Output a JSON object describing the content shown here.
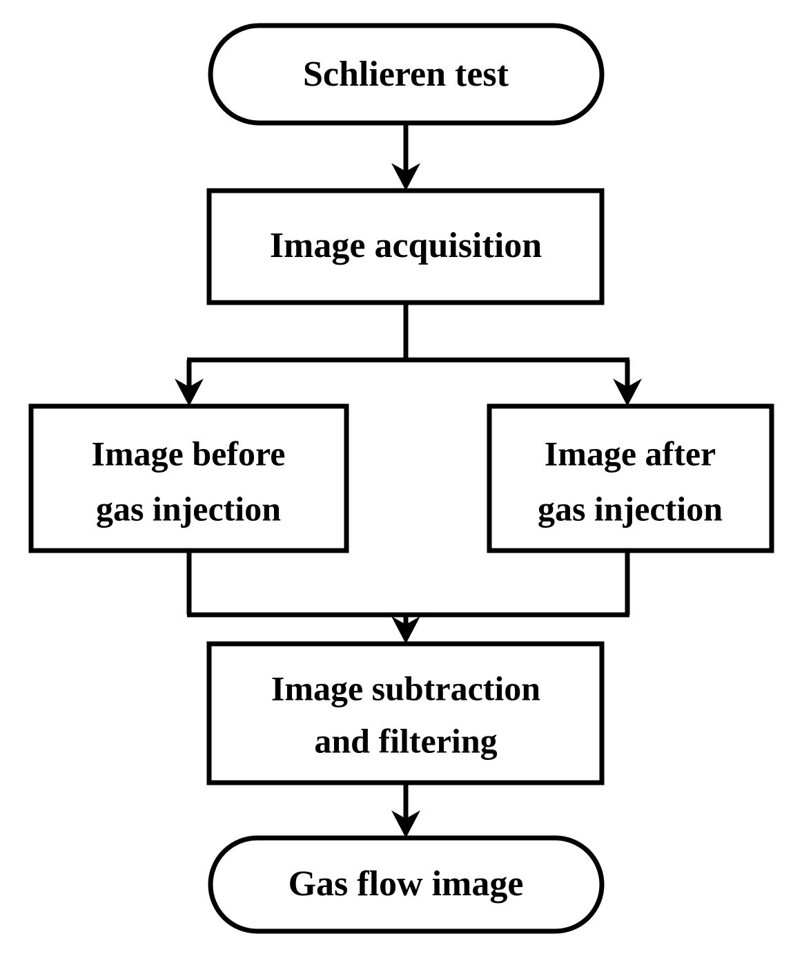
{
  "diagram": {
    "title": "Schlieren test image-processing flowchart",
    "orientation": "top-to-bottom",
    "colors": {
      "stroke": "#000000",
      "fill": "#ffffff",
      "text": "#000000",
      "background": "#ffffff"
    },
    "nodes": [
      {
        "id": "schlieren-test",
        "shape": "stadium",
        "label": "Schlieren test",
        "lines": [
          "Schlieren test"
        ]
      },
      {
        "id": "image-acquisition",
        "shape": "rectangle",
        "label": "Image acquisition",
        "lines": [
          "Image acquisition"
        ]
      },
      {
        "id": "image-before-gas-injection",
        "shape": "rectangle",
        "label": "Image before gas injection",
        "lines": [
          "Image before",
          "gas injection"
        ]
      },
      {
        "id": "image-after-gas-injection",
        "shape": "rectangle",
        "label": "Image after gas injection",
        "lines": [
          "Image after",
          "gas injection"
        ]
      },
      {
        "id": "image-subtraction-and-filtering",
        "shape": "rectangle",
        "label": "Image subtraction and filtering",
        "lines": [
          "Image subtraction",
          "and filtering"
        ]
      },
      {
        "id": "gas-flow-image",
        "shape": "stadium",
        "label": "Gas flow image",
        "lines": [
          "Gas flow image"
        ]
      }
    ],
    "edges": [
      {
        "id": "e1",
        "from": "schlieren-test",
        "to": "image-acquisition",
        "type": "straight-arrow"
      },
      {
        "id": "e2",
        "from": "image-acquisition",
        "to": "image-before-gas-injection",
        "type": "split-arrow"
      },
      {
        "id": "e3",
        "from": "image-acquisition",
        "to": "image-after-gas-injection",
        "type": "split-arrow"
      },
      {
        "id": "e4",
        "from": "image-before-gas-injection",
        "to": "image-subtraction-and-filtering",
        "type": "merge-arrow"
      },
      {
        "id": "e5",
        "from": "image-after-gas-injection",
        "to": "image-subtraction-and-filtering",
        "type": "merge-arrow"
      },
      {
        "id": "e6",
        "from": "image-subtraction-and-filtering",
        "to": "gas-flow-image",
        "type": "straight-arrow"
      }
    ]
  }
}
